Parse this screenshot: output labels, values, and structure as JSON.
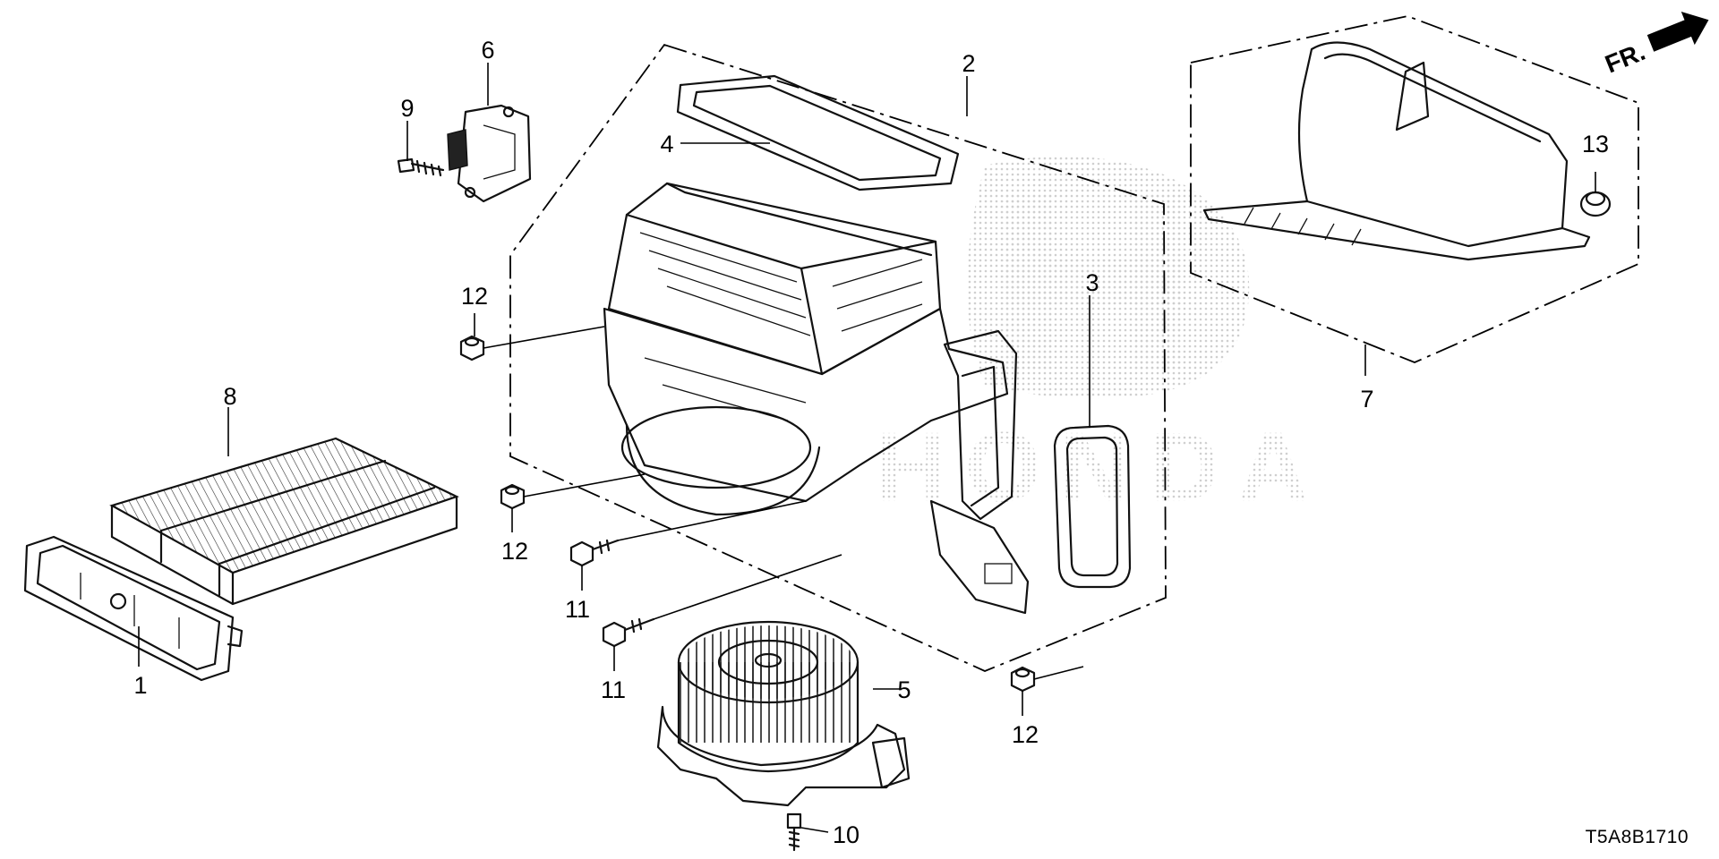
{
  "diagram": {
    "diagram_code": "T5A8B1710",
    "direction_label": "FR.",
    "callouts": {
      "c1": "1",
      "c2": "2",
      "c3": "3",
      "c4": "4",
      "c5": "5",
      "c6": "6",
      "c7": "7",
      "c8": "8",
      "c9": "9",
      "c10": "10",
      "c11a": "11",
      "c11b": "11",
      "c12a": "12",
      "c12b": "12",
      "c12c": "12",
      "c13": "13"
    },
    "watermark": "HONDA",
    "colors": {
      "line": "#111111",
      "watermark": "#d8d8d8",
      "background": "#ffffff"
    }
  }
}
